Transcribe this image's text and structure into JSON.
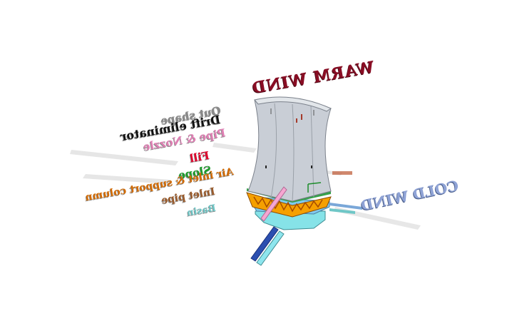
{
  "scene": {
    "warm_wind_label": "WARM WIND",
    "cold_wind_label": "COLD WIND",
    "legend": [
      {
        "text": "Out shape",
        "color": "#8a8a8a"
      },
      {
        "text": "Drift eliminator",
        "color": "#111111"
      },
      {
        "text": "Pipe & Nozzle",
        "color": "#e07fb4"
      },
      {
        "text": "Fill",
        "color": "#e0002a"
      },
      {
        "text": "Slope",
        "color": "#1c9c2a"
      },
      {
        "text": "Air inlet & support column",
        "color": "#d36a00"
      },
      {
        "text": "Inlet pipe",
        "color": "#9a5a2a"
      },
      {
        "text": "Basin",
        "color": "#6fc7c7"
      }
    ],
    "colors": {
      "tower_wall": "#c9ced6",
      "tower_edge": "#7b818b",
      "warm_text": "#8a0d24",
      "cold_text": "#8fa3d6",
      "fill_orange": "#f08c00",
      "slope_green": "#35a04a",
      "basin_cyan": "#86e3e8",
      "pipe_pink": "#f6a6d1",
      "pipe_blue": "#2b4fb0"
    }
  }
}
